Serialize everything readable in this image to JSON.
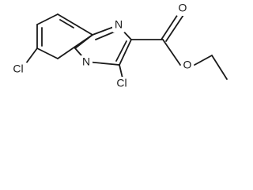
{
  "molecule": {
    "atoms": {
      "n1": "N",
      "n4": "N",
      "o_carbonyl": "O",
      "o_ester": "O",
      "cl6": "Cl",
      "cl3": "Cl"
    }
  },
  "colors": {
    "bond": "#1a1a1a",
    "background": "#ffffff"
  }
}
